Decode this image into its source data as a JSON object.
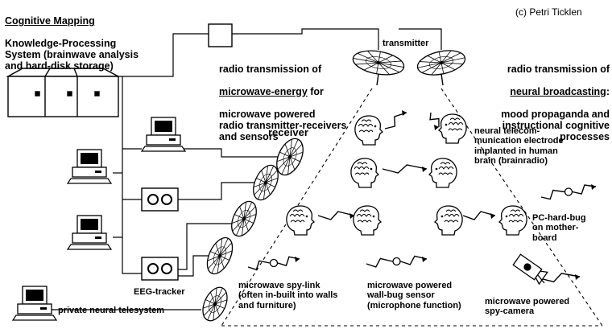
{
  "title": {
    "heading": "Cognitive Mapping",
    "rest": "Knowledge-Processing\nSystem (brainwave analysis\nand hard-disk storage)"
  },
  "copyright": "(c) Petri Ticklen",
  "labels": {
    "transmitter": "transmitter",
    "receiver": "receiver",
    "eeg_tracker": "EEG-tracker",
    "private_neural_telesystem": "private neural telesystem",
    "radio_microwave": {
      "line1_a": "radio transmission of",
      "line2_underlined": "microwave-energy",
      "line2_rest": " for",
      "rest": "microwave powered\nradio transmitter-receivers\nand sensors"
    },
    "radio_neural": {
      "line1": "radio transmission of",
      "line2_underlined": "neural broadcasting",
      "line2_rest": ":",
      "rest": "mood propaganda and\ninstructional cognitive\nprocesses"
    },
    "neural_electrode": "neural telecom-\nmunication electrode\nimplanted in human\nbrain (brainradio)",
    "pc_hard_bug": "PC-hard-bug\non mother-\nboard",
    "spy_link": "microwave spy-link\n(often in-built into walls\nand furniture)",
    "wall_bug": "microwave powered\nwall-bug sensor\n(microphone function)",
    "spy_camera": "microwave powered\nspy-camera"
  },
  "icons": [
    "mainframe-computer-icon",
    "hub-box-icon",
    "desktop-computer-icon",
    "tape-recorder-icon",
    "satellite-dish-icon",
    "human-head-brain-icon",
    "lightning-link-icon",
    "spy-camera-icon"
  ]
}
